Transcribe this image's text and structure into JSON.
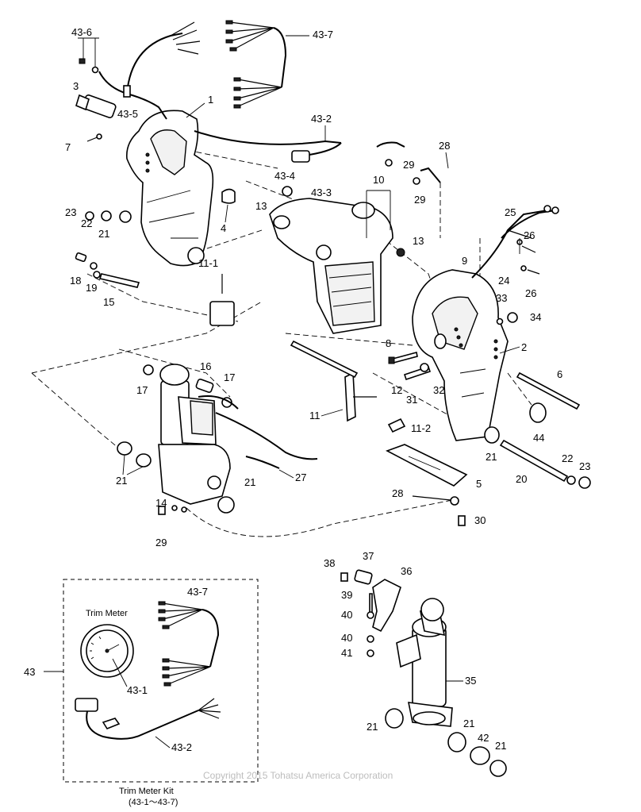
{
  "labels": {
    "p43_6": "43-6",
    "p43_7": "43-7",
    "p3": "3",
    "p43_5": "43-5",
    "p1": "1",
    "p43_2": "43-2",
    "p7": "7",
    "p28a": "28",
    "p29a": "29",
    "p29b": "29",
    "p43_4": "43-4",
    "p43_3": "43-3",
    "p10": "10",
    "p13a": "13",
    "p13b": "13",
    "p4": "4",
    "p23a": "23",
    "p22a": "22",
    "p21a": "21",
    "p25": "25",
    "p26a": "26",
    "p26b": "26",
    "p24": "24",
    "p9": "9",
    "p18": "18",
    "p19": "19",
    "p15": "15",
    "p11_1": "11-1",
    "p33": "33",
    "p34": "34",
    "p2": "2",
    "p8": "8",
    "p12": "12",
    "p31": "31",
    "p32": "32",
    "p6": "6",
    "p17a": "17",
    "p16": "16",
    "p17b": "17",
    "p11": "11",
    "p11_2": "11-2",
    "p44": "44",
    "p21b": "21",
    "p22b": "22",
    "p23b": "23",
    "p20": "20",
    "p21c": "21",
    "p27": "27",
    "p5": "5",
    "p21d": "21",
    "p14": "14",
    "p28b": "28",
    "p30": "30",
    "p29c": "29",
    "p38": "38",
    "p37": "37",
    "p36": "36",
    "p39": "39",
    "p40a": "40",
    "p40b": "40",
    "p41": "41",
    "p35": "35",
    "p21e": "21",
    "p21f": "21",
    "p42": "42",
    "p21g": "21",
    "k43_7": "43-7",
    "k43": "43",
    "k43_1": "43-1",
    "k43_2": "43-2"
  },
  "kit": {
    "meter_label": "Trim Meter",
    "title": "Trim Meter Kit",
    "range": "(43-1〜43-7)"
  },
  "copyright": "Copyright 2015 Tohatsu America Corporation"
}
